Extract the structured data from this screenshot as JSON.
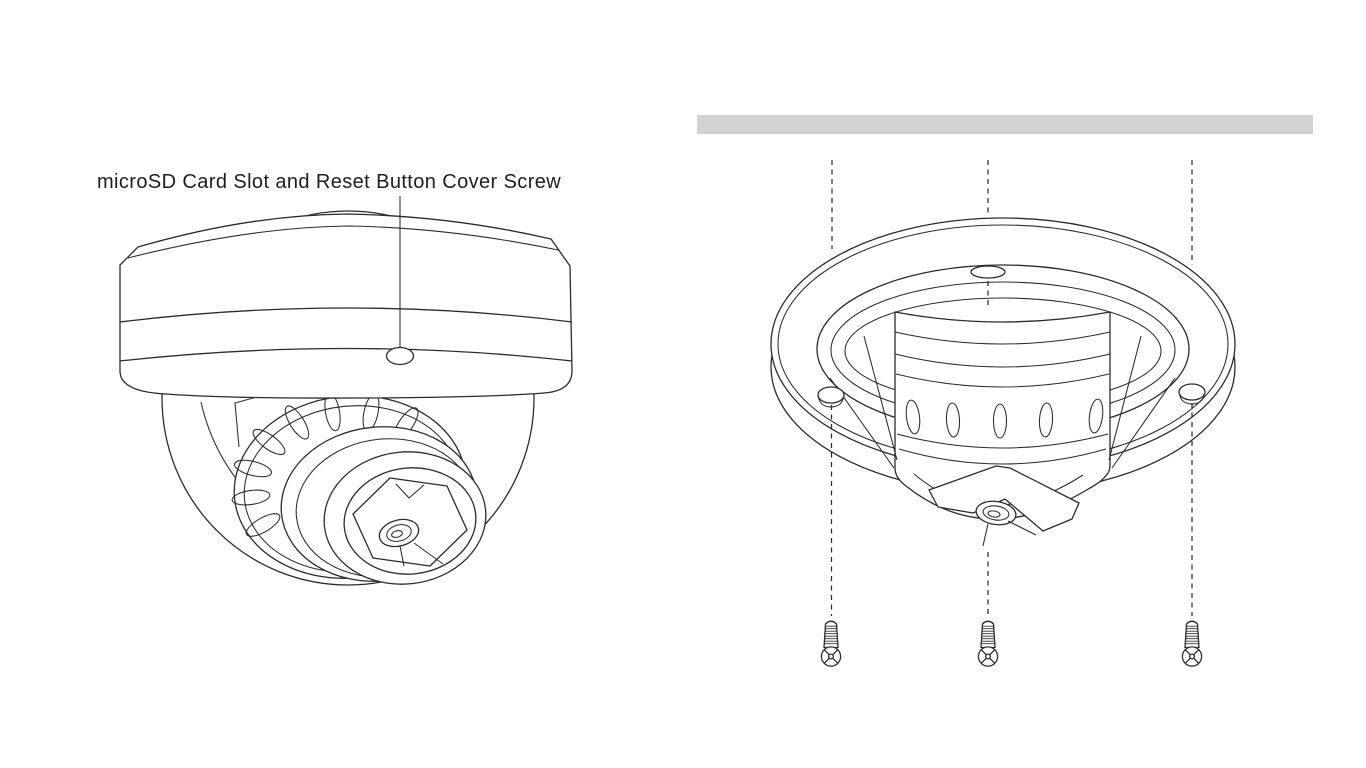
{
  "annotation": {
    "label": "microSD Card Slot and Reset Button Cover Screw"
  },
  "colors": {
    "line": "#2b2b2b",
    "ceiling_bar": "#d1d2d4",
    "background": "#ffffff",
    "label_text": "#1d1d1d"
  },
  "parts": {
    "left_view": "dome-camera-side-view",
    "right_view": "dome-camera-ceiling-mounting-view",
    "ceiling": "mounting-surface",
    "screw_count": 3
  }
}
